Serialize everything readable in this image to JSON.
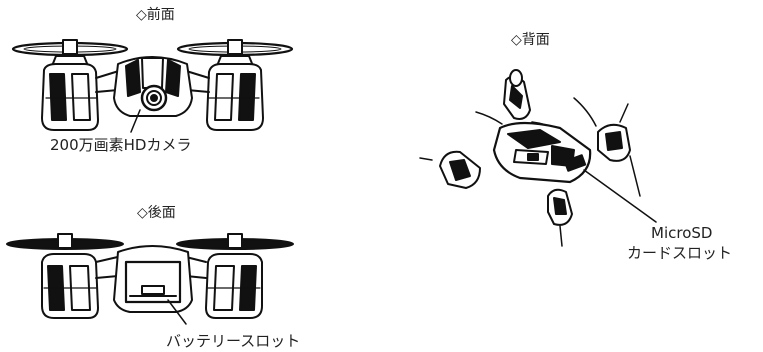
{
  "front": {
    "heading": "◇前面",
    "camera_label": "200万画素HDカメラ"
  },
  "rear": {
    "heading": "◇後面",
    "battery_label": "バッテリースロット"
  },
  "back": {
    "heading": "◇背面",
    "sd_label_line1": "MicroSD",
    "sd_label_line2": "カードスロット"
  }
}
